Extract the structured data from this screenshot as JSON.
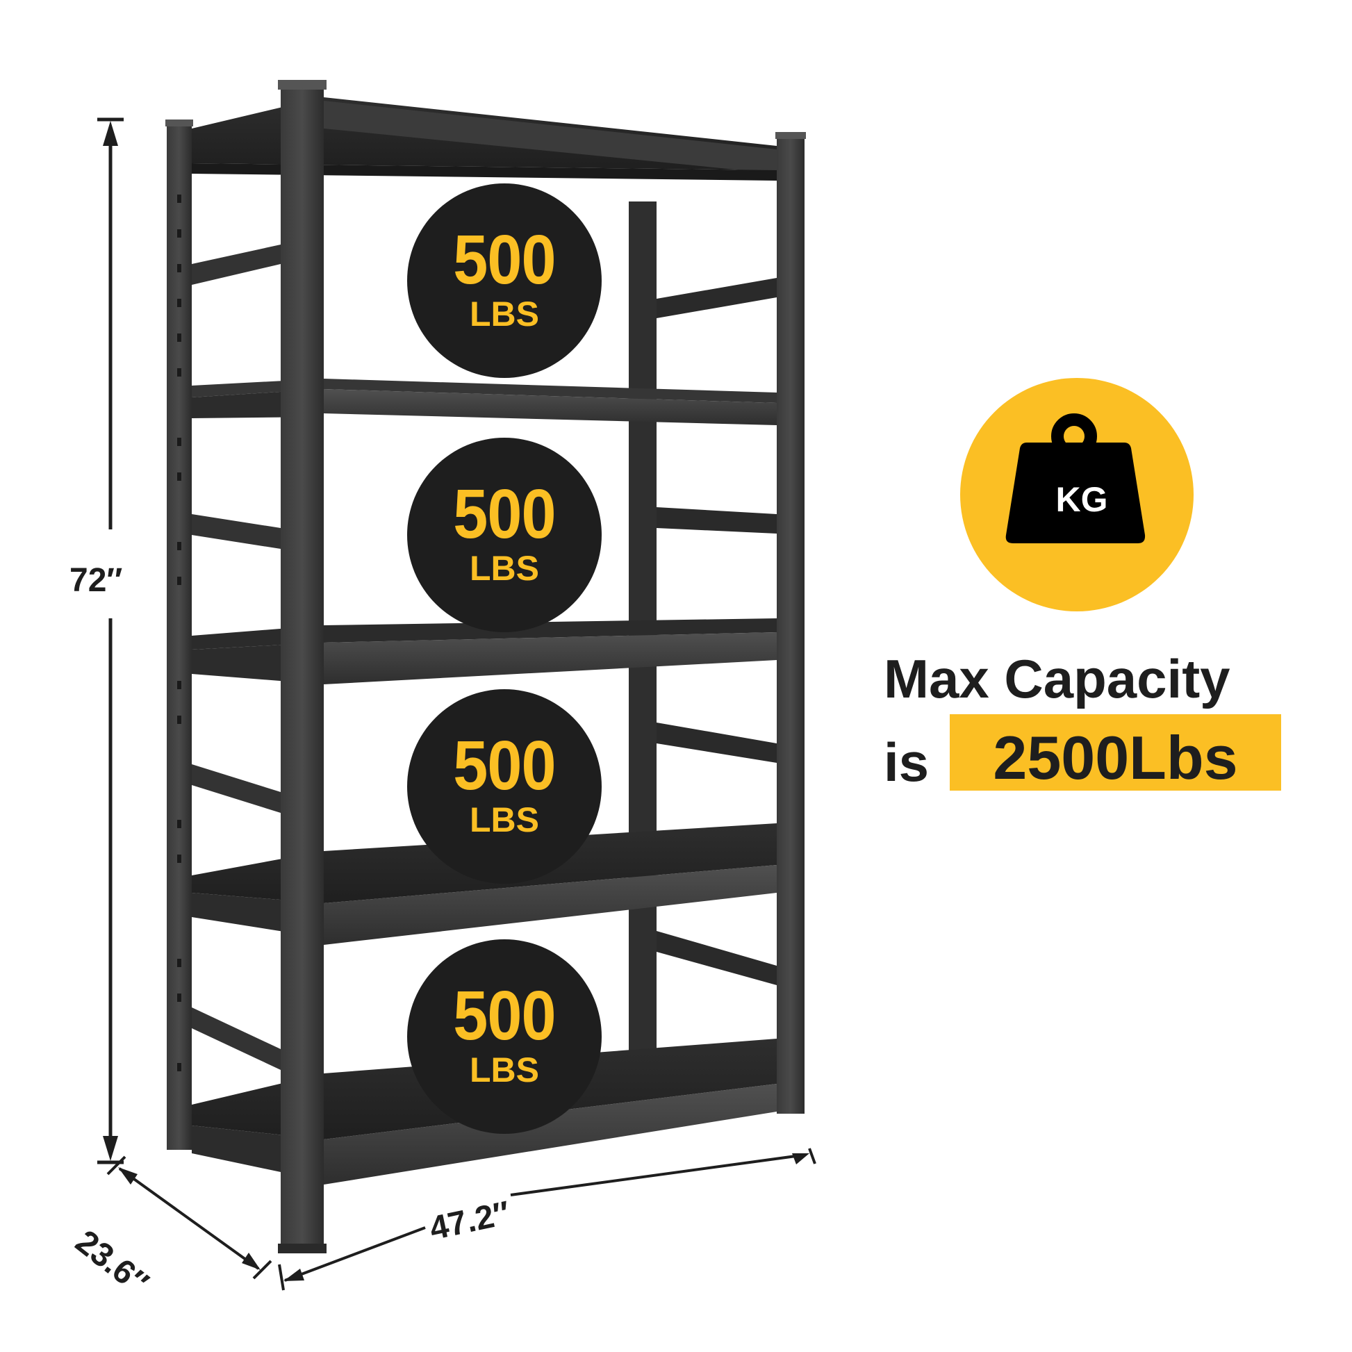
{
  "product": {
    "type": "5-tier metal storage shelving unit",
    "color": "#2b2b2b"
  },
  "dimensions": {
    "height": "72″",
    "width": "47.2″",
    "depth": "23.6″"
  },
  "shelves": [
    {
      "capacity": "500",
      "unit": "LBS"
    },
    {
      "capacity": "500",
      "unit": "LBS"
    },
    {
      "capacity": "500",
      "unit": "LBS"
    },
    {
      "capacity": "500",
      "unit": "LBS"
    }
  ],
  "capacity_panel": {
    "icon": "weight-kg-icon",
    "icon_label": "KG",
    "line1": "Max Capacity",
    "line2_prefix": "is",
    "value": "2500Lbs"
  },
  "colors": {
    "accent": "#fbbf24",
    "badge_bg": "#1e1e1e",
    "text": "#1e1e1e",
    "frame": "#2b2b2b"
  }
}
